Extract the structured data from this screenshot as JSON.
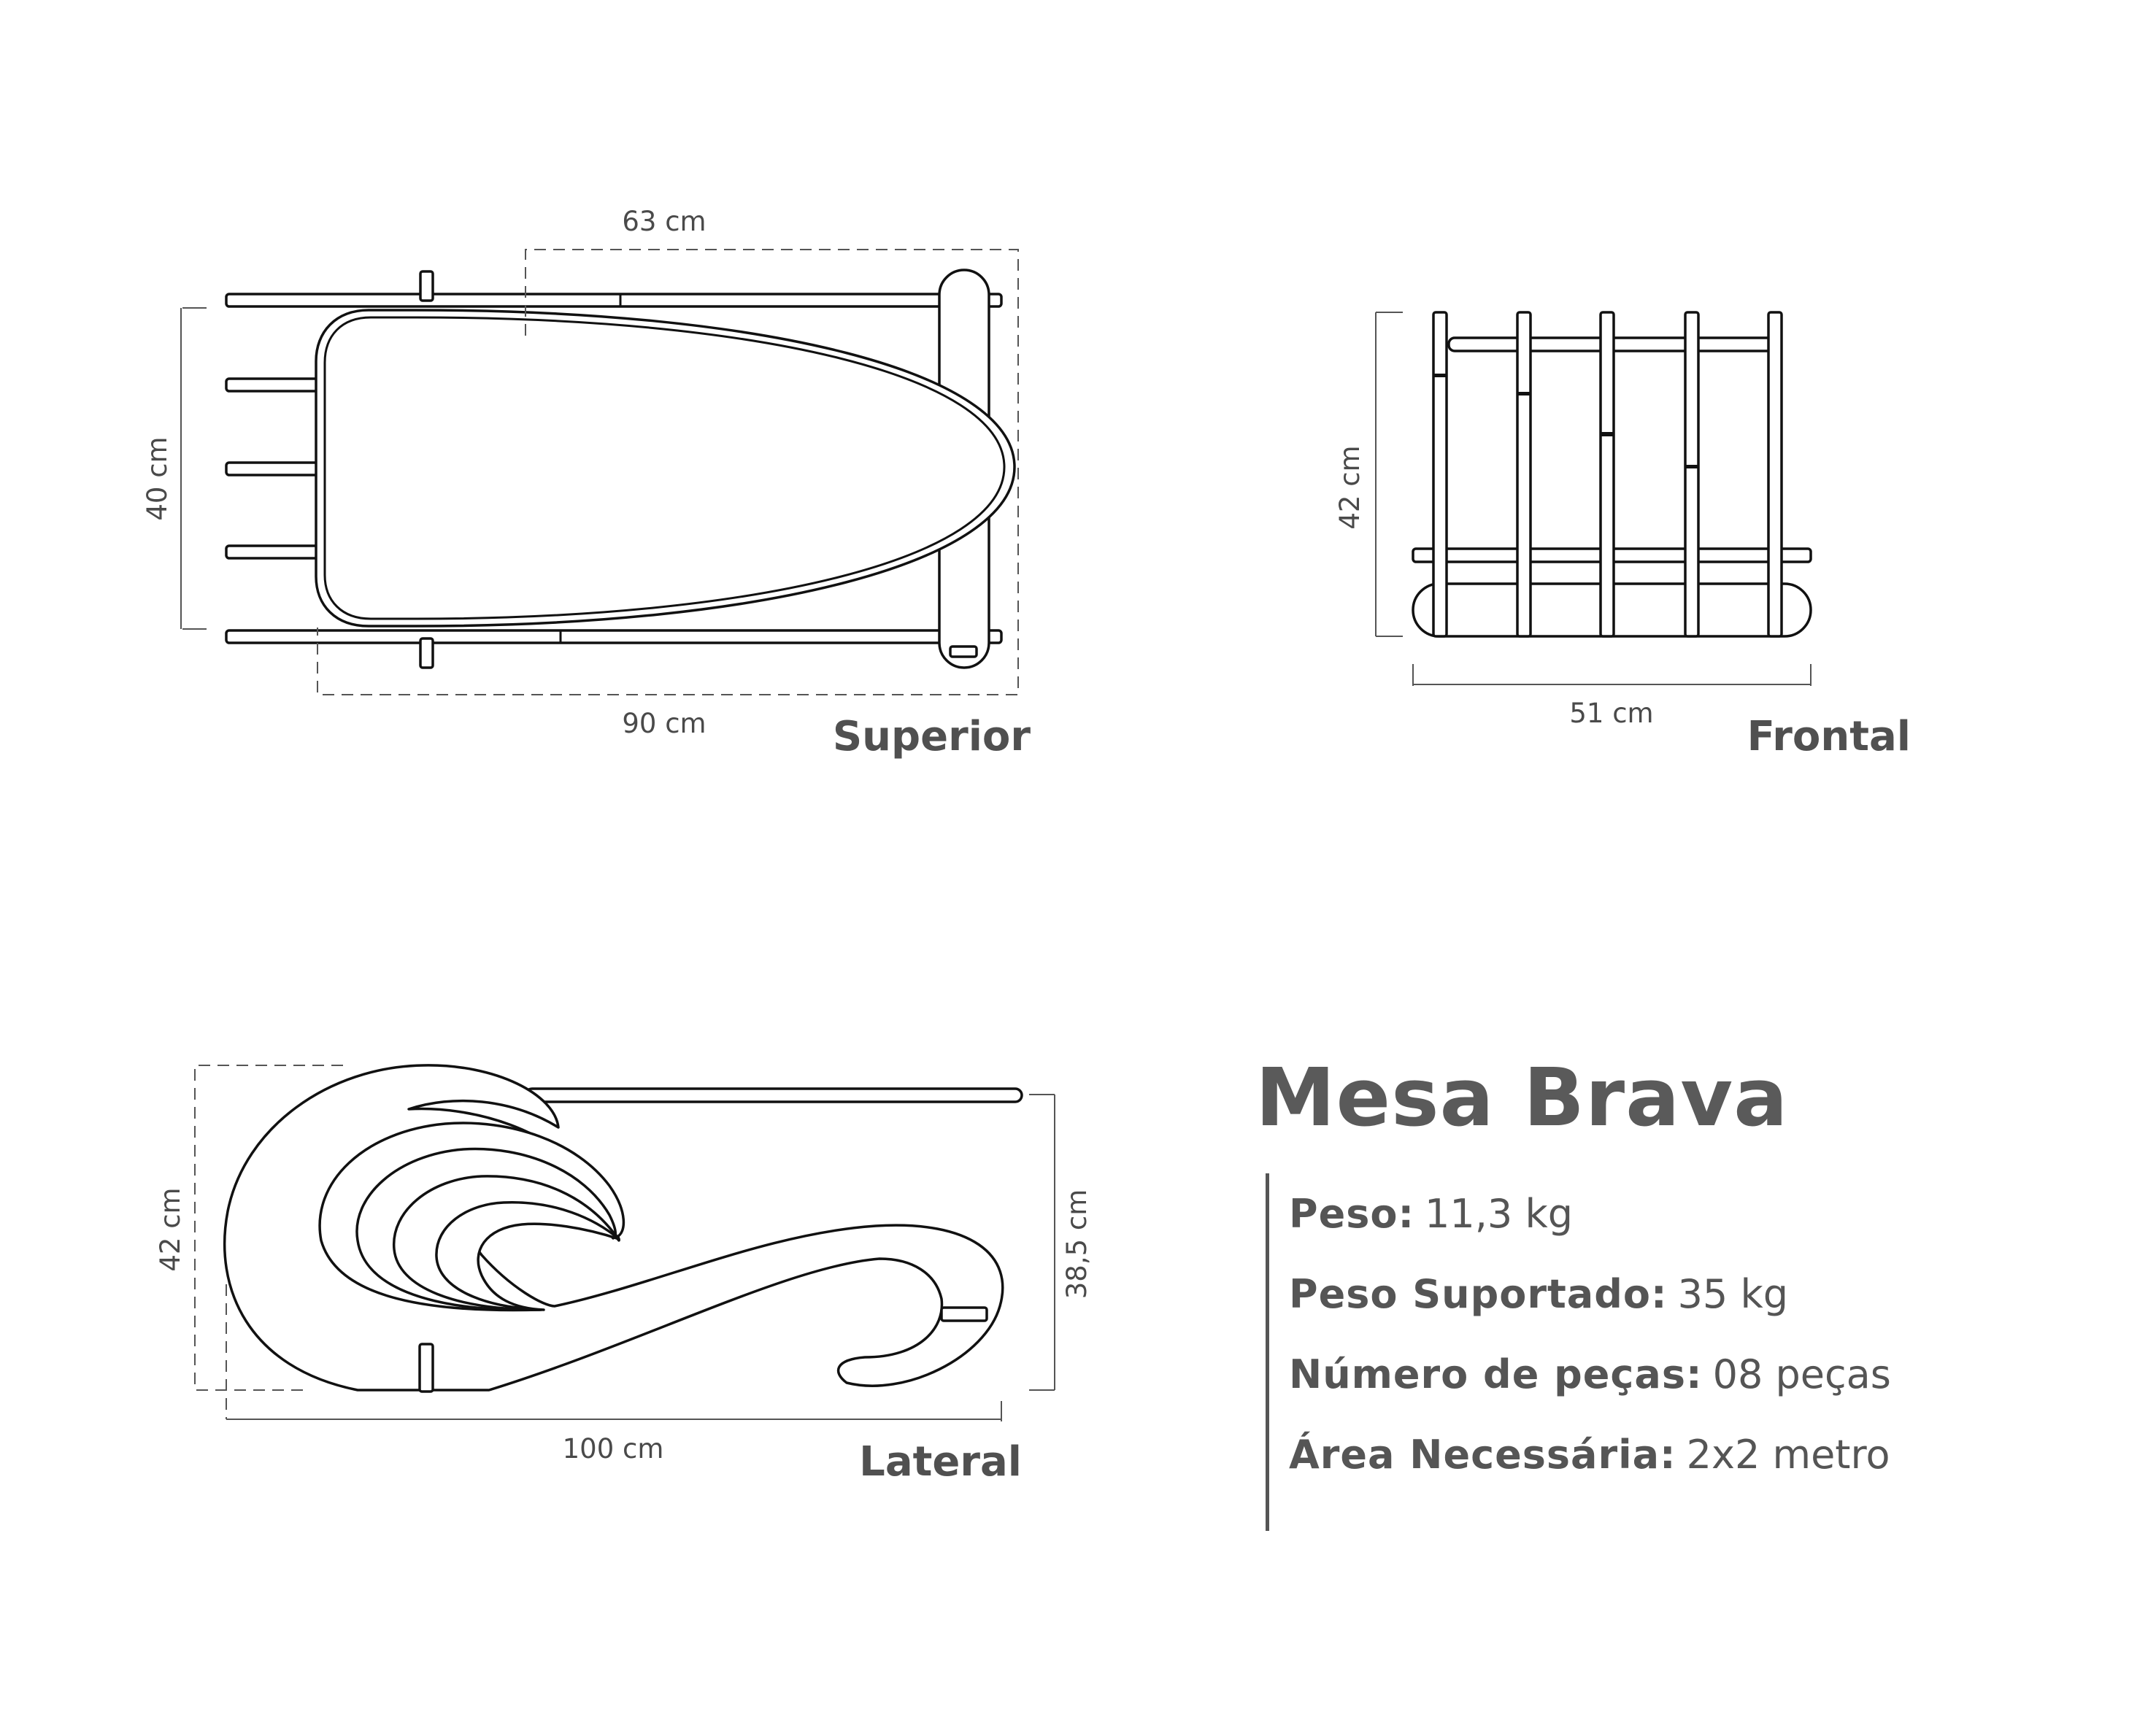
{
  "views": {
    "top": {
      "name": "Superior",
      "dim_width_top": "63 cm",
      "dim_height": "40 cm",
      "dim_width_bottom": "90 cm"
    },
    "front": {
      "name": "Frontal",
      "dim_height": "42 cm",
      "dim_width": "51 cm"
    },
    "side": {
      "name": "Lateral",
      "dim_height_left": "42 cm",
      "dim_height_right": "38,5 cm",
      "dim_length": "100 cm"
    }
  },
  "product": {
    "title": "Mesa Brava",
    "specs": [
      {
        "label": "Peso:",
        "value": "11,3 kg"
      },
      {
        "label": "Peso Suportado:",
        "value": "35 kg"
      },
      {
        "label": "Número de peças:",
        "value": "08 peças"
      },
      {
        "label": "Área Necessária:",
        "value": "2x2 metro"
      }
    ]
  },
  "colors": {
    "line": "#111111",
    "text": "#555555",
    "title": "#5a5a5a"
  }
}
